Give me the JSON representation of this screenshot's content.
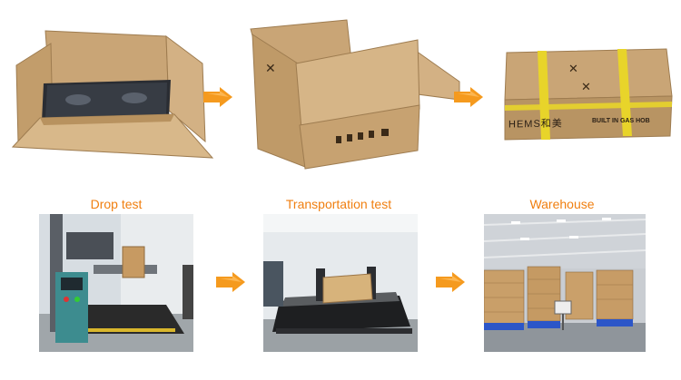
{
  "steps": [
    {
      "caption": "Drop test"
    },
    {
      "caption": "Transportation test"
    },
    {
      "caption": "Warehouse"
    }
  ],
  "box": {
    "brand_text": "HEMS和美",
    "side_text": "BUILT IN GAS HOB"
  },
  "colors": {
    "caption": "#f07f10",
    "arrow": "#f59a1e",
    "cardboard": "#c9a576",
    "cardboard_dark": "#a88558",
    "strap": "#e8d42a",
    "pallet": "#2c56c8"
  }
}
